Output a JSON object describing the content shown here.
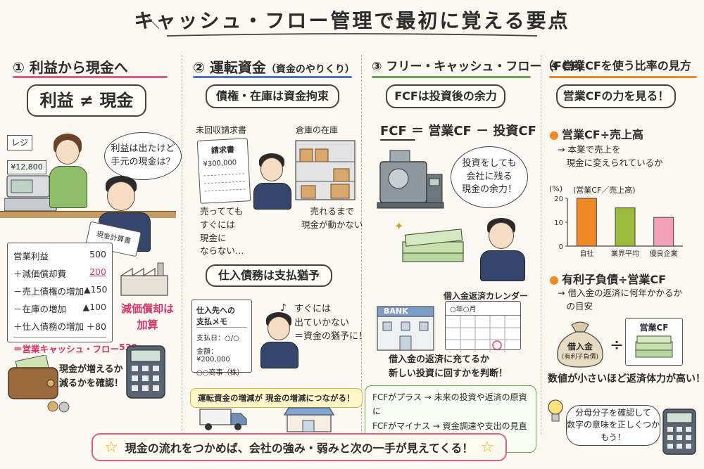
{
  "title": "キャッシュ・フロー管理で最初に覚える要点",
  "sections": [
    {
      "number": "①",
      "heading": "利益から現金へ",
      "color": "#e05d8a",
      "banner": "利益 ≠ 現金",
      "register_label": "レジ",
      "register_amount": "¥12,800",
      "bubble": "利益は出たけど\n手元の現金は？",
      "doc_label": "現金計算書",
      "pl_rows": [
        {
          "label": "営業利益",
          "value": "500"
        },
        {
          "label": "＋減価償却費",
          "value": "200"
        },
        {
          "label": "－売上債権の増加",
          "value": "▲150"
        },
        {
          "label": "－在庫の増加",
          "value": "▲100"
        },
        {
          "label": "＋仕入債務の増加",
          "value": "＋80"
        }
      ],
      "pl_total_label": "＝営業キャッシュ・フロー",
      "pl_total_value": "530",
      "note_red": "減価償却は\n加算",
      "note_wallet": "現金が増えるか\n減るかを確認！"
    },
    {
      "number": "②",
      "heading": "運転資金",
      "heading_sub": "（資金のやりくり）",
      "color": "#4a78c2",
      "banner1": "債権・在庫は資金拘束",
      "label_invoice": "未回収請求書",
      "invoice_title": "請求書",
      "invoice_amount": "¥300,000",
      "label_warehouse": "倉庫の在庫",
      "note_sold": "売ってても\nすぐには\n現金に\nならない…",
      "note_stock": "売れるまで\n現金が動かない",
      "banner2": "仕入債務は支払猶予",
      "memo_lines": [
        "仕入先への",
        "支払メモ",
        "支払日：○/○",
        "金額：¥200,000",
        "○○商事（株）"
      ],
      "note_delay": "すぐには\n出ていかない\n＝資金の猶予に！",
      "chip": "運転資金の増減が 現金の増減につながる！"
    },
    {
      "number": "③",
      "heading": "フリー・キャッシュ・フロー（FCF）",
      "color": "#6aa84f",
      "banner": "FCFは投資後の余力",
      "formula": "FCF ＝ 営業CF － 投資CF",
      "bubble": "投資をしても\n会社に残る\n現金の余力！",
      "bank_label": "BANK",
      "calendar_title": "借入金返済カレンダー",
      "calendar_date": "○年○月",
      "note_repay": "借入金の返済に充てるか\n新しい投資に回すかを判断！",
      "green_rows": [
        "FCFがプラス → 未来の投資や返済の原資に",
        "FCFがマイナス → 資金調達や支出の見直しを検討"
      ]
    },
    {
      "number": "④",
      "heading": "営業CFを使う比率の見方",
      "color": "#f08a24",
      "banner": "営業CFの力を見る！",
      "ratio1": "営業CF÷売上高",
      "ratio1_desc": "→ 本業で売上を\n　現金に変えられているか",
      "ratio2": "有利子負債÷営業CF",
      "ratio2_desc": "→ 借入金の返済に何年かかるか\n　の目安",
      "bag_label": "借入金",
      "bag_sub": "(有利子負債)",
      "div_sign": "÷",
      "cf_box": "営業CF",
      "note_capacity": "数値が小さいほど返済体力が高い！",
      "tip": "分母分子を確認して\n数字の意味を正しくつかもう！"
    }
  ],
  "chart_data": {
    "type": "bar",
    "title": "(営業CF／売上高)",
    "ylabel": "(%)",
    "categories": [
      "自社",
      "業界平均",
      "優良企業"
    ],
    "values": [
      20,
      16,
      12
    ],
    "ylim": [
      0,
      20
    ],
    "yticks": [
      0,
      10,
      20
    ],
    "colors": [
      "#f08a24",
      "#9dbb3a",
      "#f4a0b8"
    ]
  },
  "footer": "現金の流れをつかめば、会社の強み・弱みと次の一手が見えてくる！"
}
